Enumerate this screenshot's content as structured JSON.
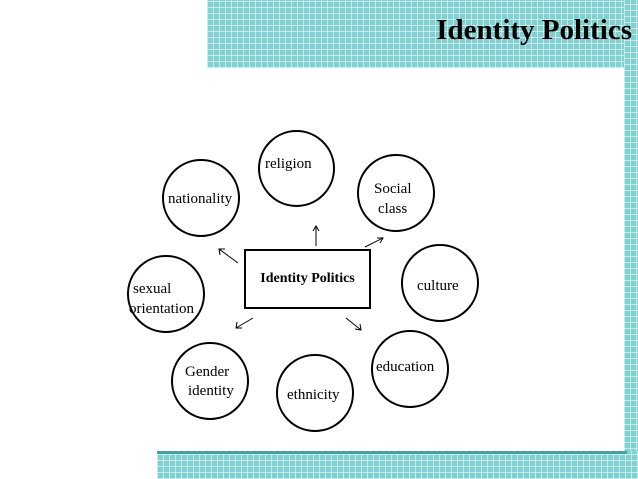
{
  "header": {
    "title": "Identity Politics"
  },
  "diagram": {
    "center": "Identity Politics",
    "nodes": {
      "religion": {
        "label": "religion"
      },
      "social_class": {
        "line1": "Social",
        "line2": "class"
      },
      "nationality": {
        "label": "nationality"
      },
      "culture": {
        "label": "culture"
      },
      "sexual_orientation": {
        "line1": "sexual",
        "line2": "orientation"
      },
      "education": {
        "label": "education"
      },
      "gender_identity": {
        "line1": "Gender",
        "line2": "identity"
      },
      "ethnicity": {
        "label": "ethnicity"
      }
    }
  },
  "colors": {
    "accent": "#7fd1d1",
    "accent_line": "#3aa6a6"
  }
}
